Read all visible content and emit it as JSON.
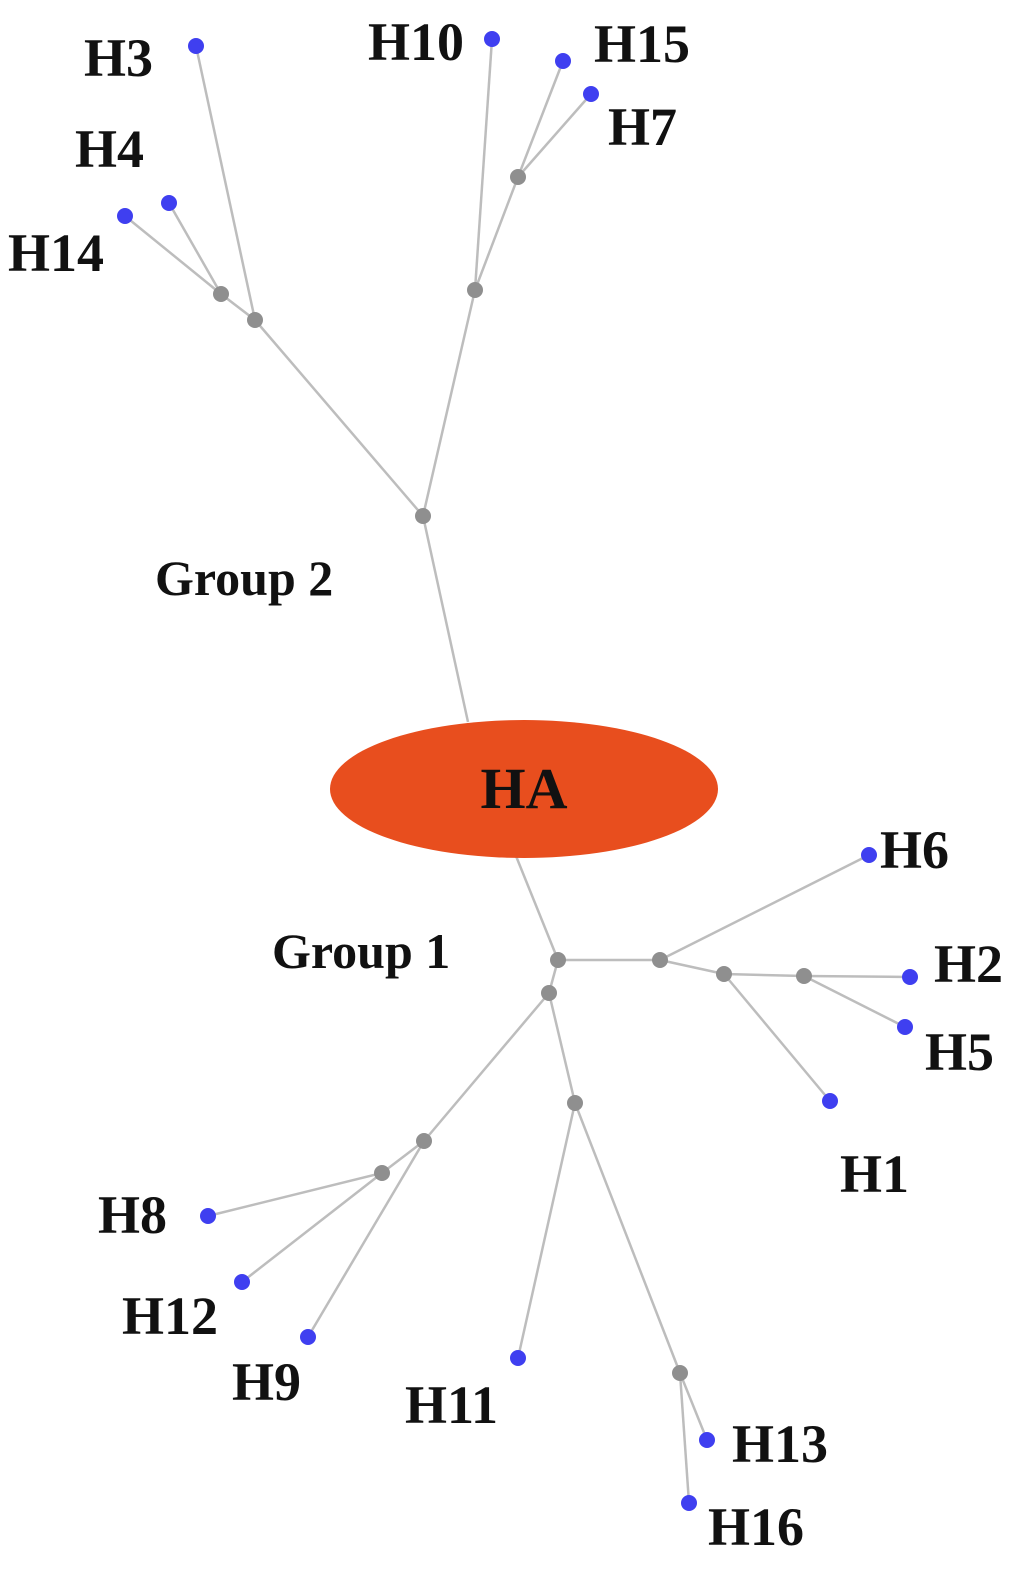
{
  "colors": {
    "root_fill": "#e84e1e",
    "edge": "#bdbdbd",
    "internal_node": "#8f8f8f",
    "leaf_node": "#3f3ff0",
    "label": "#111111"
  },
  "root": {
    "label": "HA"
  },
  "groups": [
    {
      "id": "g2",
      "label": "Group 2"
    },
    {
      "id": "g1",
      "label": "Group 1"
    }
  ],
  "leaves": [
    {
      "id": "H3",
      "label": "H3"
    },
    {
      "id": "H4",
      "label": "H4"
    },
    {
      "id": "H14",
      "label": "H14"
    },
    {
      "id": "H10",
      "label": "H10"
    },
    {
      "id": "H15",
      "label": "H15"
    },
    {
      "id": "H7",
      "label": "H7"
    },
    {
      "id": "H6",
      "label": "H6"
    },
    {
      "id": "H2",
      "label": "H2"
    },
    {
      "id": "H5",
      "label": "H5"
    },
    {
      "id": "H1",
      "label": "H1"
    },
    {
      "id": "H8",
      "label": "H8"
    },
    {
      "id": "H12",
      "label": "H12"
    },
    {
      "id": "H9",
      "label": "H9"
    },
    {
      "id": "H11",
      "label": "H11"
    },
    {
      "id": "H13",
      "label": "H13"
    },
    {
      "id": "H16",
      "label": "H16"
    }
  ]
}
